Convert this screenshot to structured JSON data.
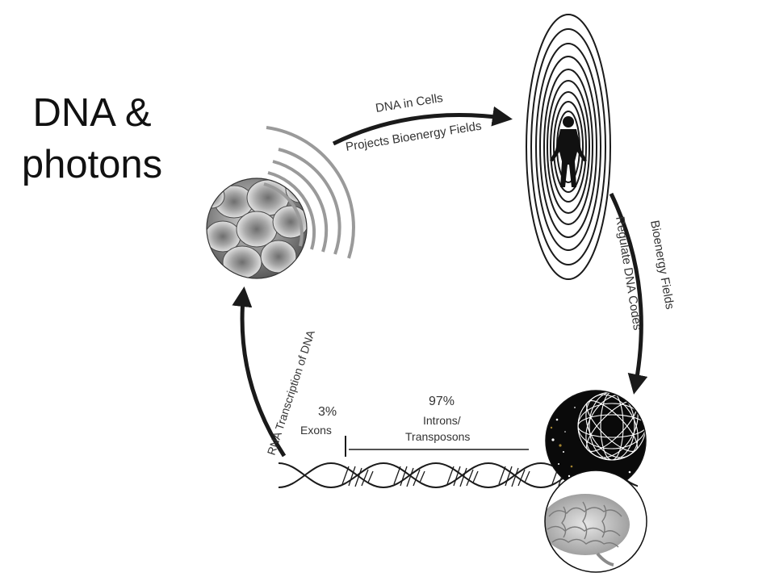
{
  "title": {
    "line1": "DNA &",
    "line2": "photons"
  },
  "diagram": {
    "arrow_top": {
      "line1": "DNA in Cells",
      "line2": "Projects Bioenergy Fields"
    },
    "arrow_right": {
      "line1": "Bioenergy Fields",
      "line2": "Regulate DNA Codes"
    },
    "arrow_left": {
      "label": "RNA Transcription of DNA"
    },
    "exons": {
      "percent": "3%",
      "label": "Exons"
    },
    "introns": {
      "percent": "97%",
      "line1": "Introns/",
      "line2": "Transposons"
    }
  },
  "colors": {
    "ink": "#1a1a1a",
    "label": "#333333",
    "cell_fill": "#8a8a8a",
    "space_fill": "#0a0a0a",
    "brain_fill": "#c8c8c8"
  },
  "icons": [
    "blood-cells-image",
    "bioenergy-field-figure-icon",
    "cosmic-sphere-image",
    "brain-image",
    "dna-helix-icon"
  ]
}
